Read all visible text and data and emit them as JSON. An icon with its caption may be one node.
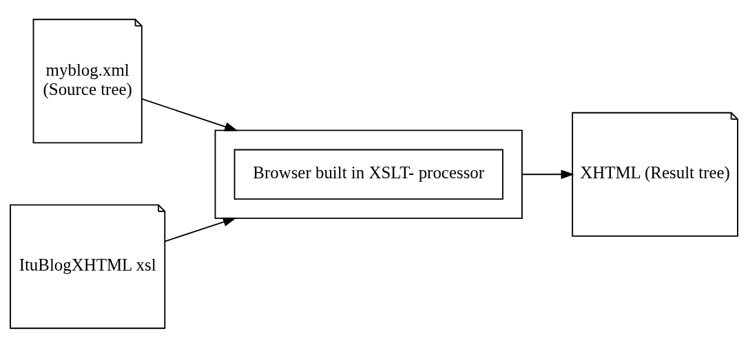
{
  "diagram": {
    "nodes": [
      {
        "text": [
          "myblog.xml",
          "(Source tree)"
        ]
      },
      {
        "text": [
          "ItuBlogXHTML xsl"
        ]
      },
      {
        "text": [],
        "shape": "box"
      },
      {
        "text": [
          "Browser built in XSLT- processor"
        ],
        "in": 2
      },
      {
        "text": [
          "XHTML (Result tree)"
        ]
      }
    ],
    "edges": [
      {
        "from": 0,
        "to": 2,
        "arrow": "to"
      },
      {
        "from": 1,
        "to": 2,
        "arrow": "to"
      },
      {
        "from": 2,
        "to": 4,
        "arrow": "to"
      }
    ]
  }
}
